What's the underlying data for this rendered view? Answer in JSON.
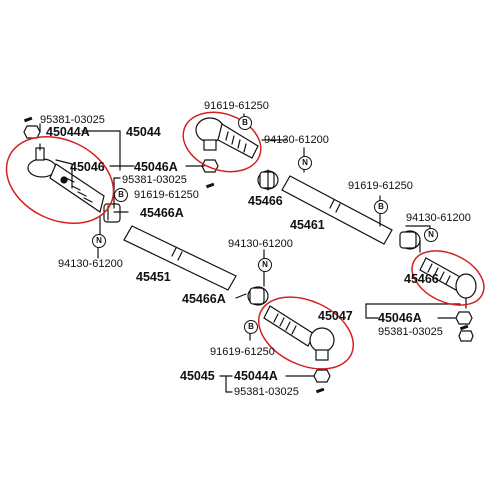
{
  "symbol_letters": {
    "bolt": "B",
    "nut": "N"
  },
  "callout_color": "#d42020",
  "labels": {
    "p95381_03025_a": "95381-03025",
    "p45044A_a": "45044A",
    "p45044": "45044",
    "p45046_a": "45046",
    "p45046A_a": "45046A",
    "p95381_03025_b": "95381-03025",
    "p91619_61250_a": "91619-61250",
    "p45466A_a": "45466A",
    "p94130_61200_a": "94130-61200",
    "p91619_61250_top": "91619-61250",
    "p94130_61200_top": "94130-61200",
    "p45466_a": "45466",
    "p45461": "45461",
    "p91619_61250_right": "91619-61250",
    "p94130_61200_right": "94130-61200",
    "p45466_b": "45466",
    "p45451": "45451",
    "p94130_61200_mid": "94130-61200",
    "p45466A_b": "45466A",
    "p91619_61250_mid": "91619-61250",
    "p45047": "45047",
    "p45046A_b": "45046A",
    "p95381_03025_c": "95381-03025",
    "p45045": "45045",
    "p45044A_b": "45044A",
    "p95381_03025_d": "95381-03025"
  }
}
